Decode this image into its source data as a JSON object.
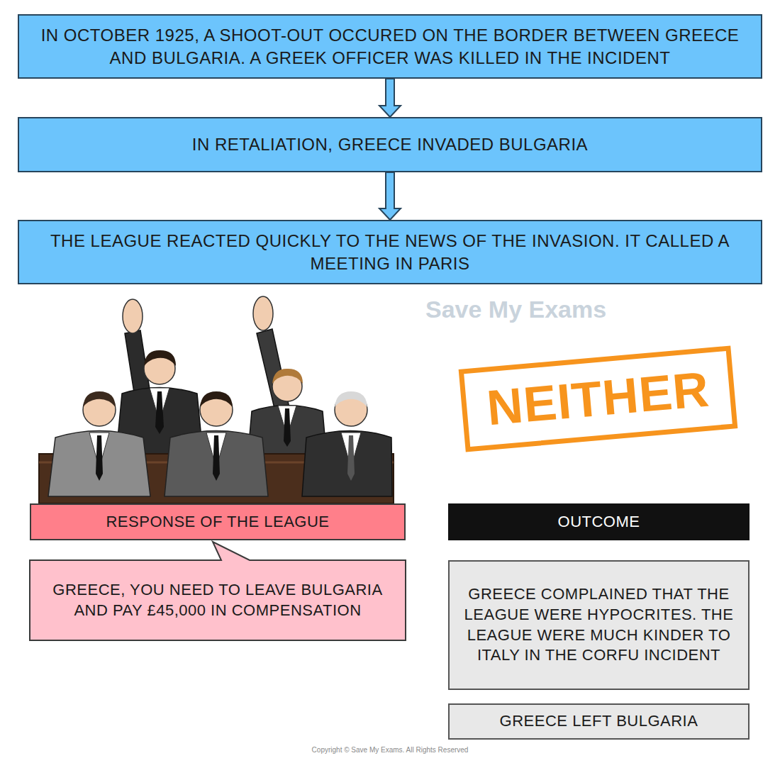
{
  "diagram": {
    "nodes": [
      {
        "text": [
          "IN OCTOBER 1925, A SHOOT-OUT OCCURED ON THE BORDER BETWEEN GREECE AND BULGARIA. A GREEK OFFICER WAS KILLED IN THE INCIDENT"
        ]
      },
      {
        "text": [
          "IN RETALIATION, GREECE INVADED BULGARIA"
        ]
      },
      {
        "text": [
          "THE LEAGUE REACTED QUICKLY TO THE NEWS OF THE INVASION. IT CALLED A MEETING IN PARIS"
        ]
      },
      {
        "text": [
          "NEITHER"
        ]
      },
      {
        "text": [
          "RESPONSE OF THE LEAGUE"
        ]
      },
      {
        "text": [
          "GREECE, YOU NEED TO LEAVE BULGARIA AND PAY £45,000 IN COMPENSATION"
        ]
      },
      {
        "text": [
          "OUTCOME"
        ]
      },
      {
        "text": [
          "GREECE COMPLAINED THAT THE LEAGUE WERE HYPOCRITES. THE LEAGUE WERE MUCH KINDER TO ITALY IN THE CORFU INCIDENT"
        ]
      },
      {
        "text": [
          "GREECE LEFT BULGARIA"
        ]
      }
    ],
    "edges": [
      {
        "from": 0,
        "to": 1,
        "arrow": "to"
      },
      {
        "from": 1,
        "to": 2,
        "arrow": "to"
      }
    ],
    "labels": [
      "Save My Exams",
      "Copyright © Save My Exams. All Rights Reserved"
    ]
  }
}
